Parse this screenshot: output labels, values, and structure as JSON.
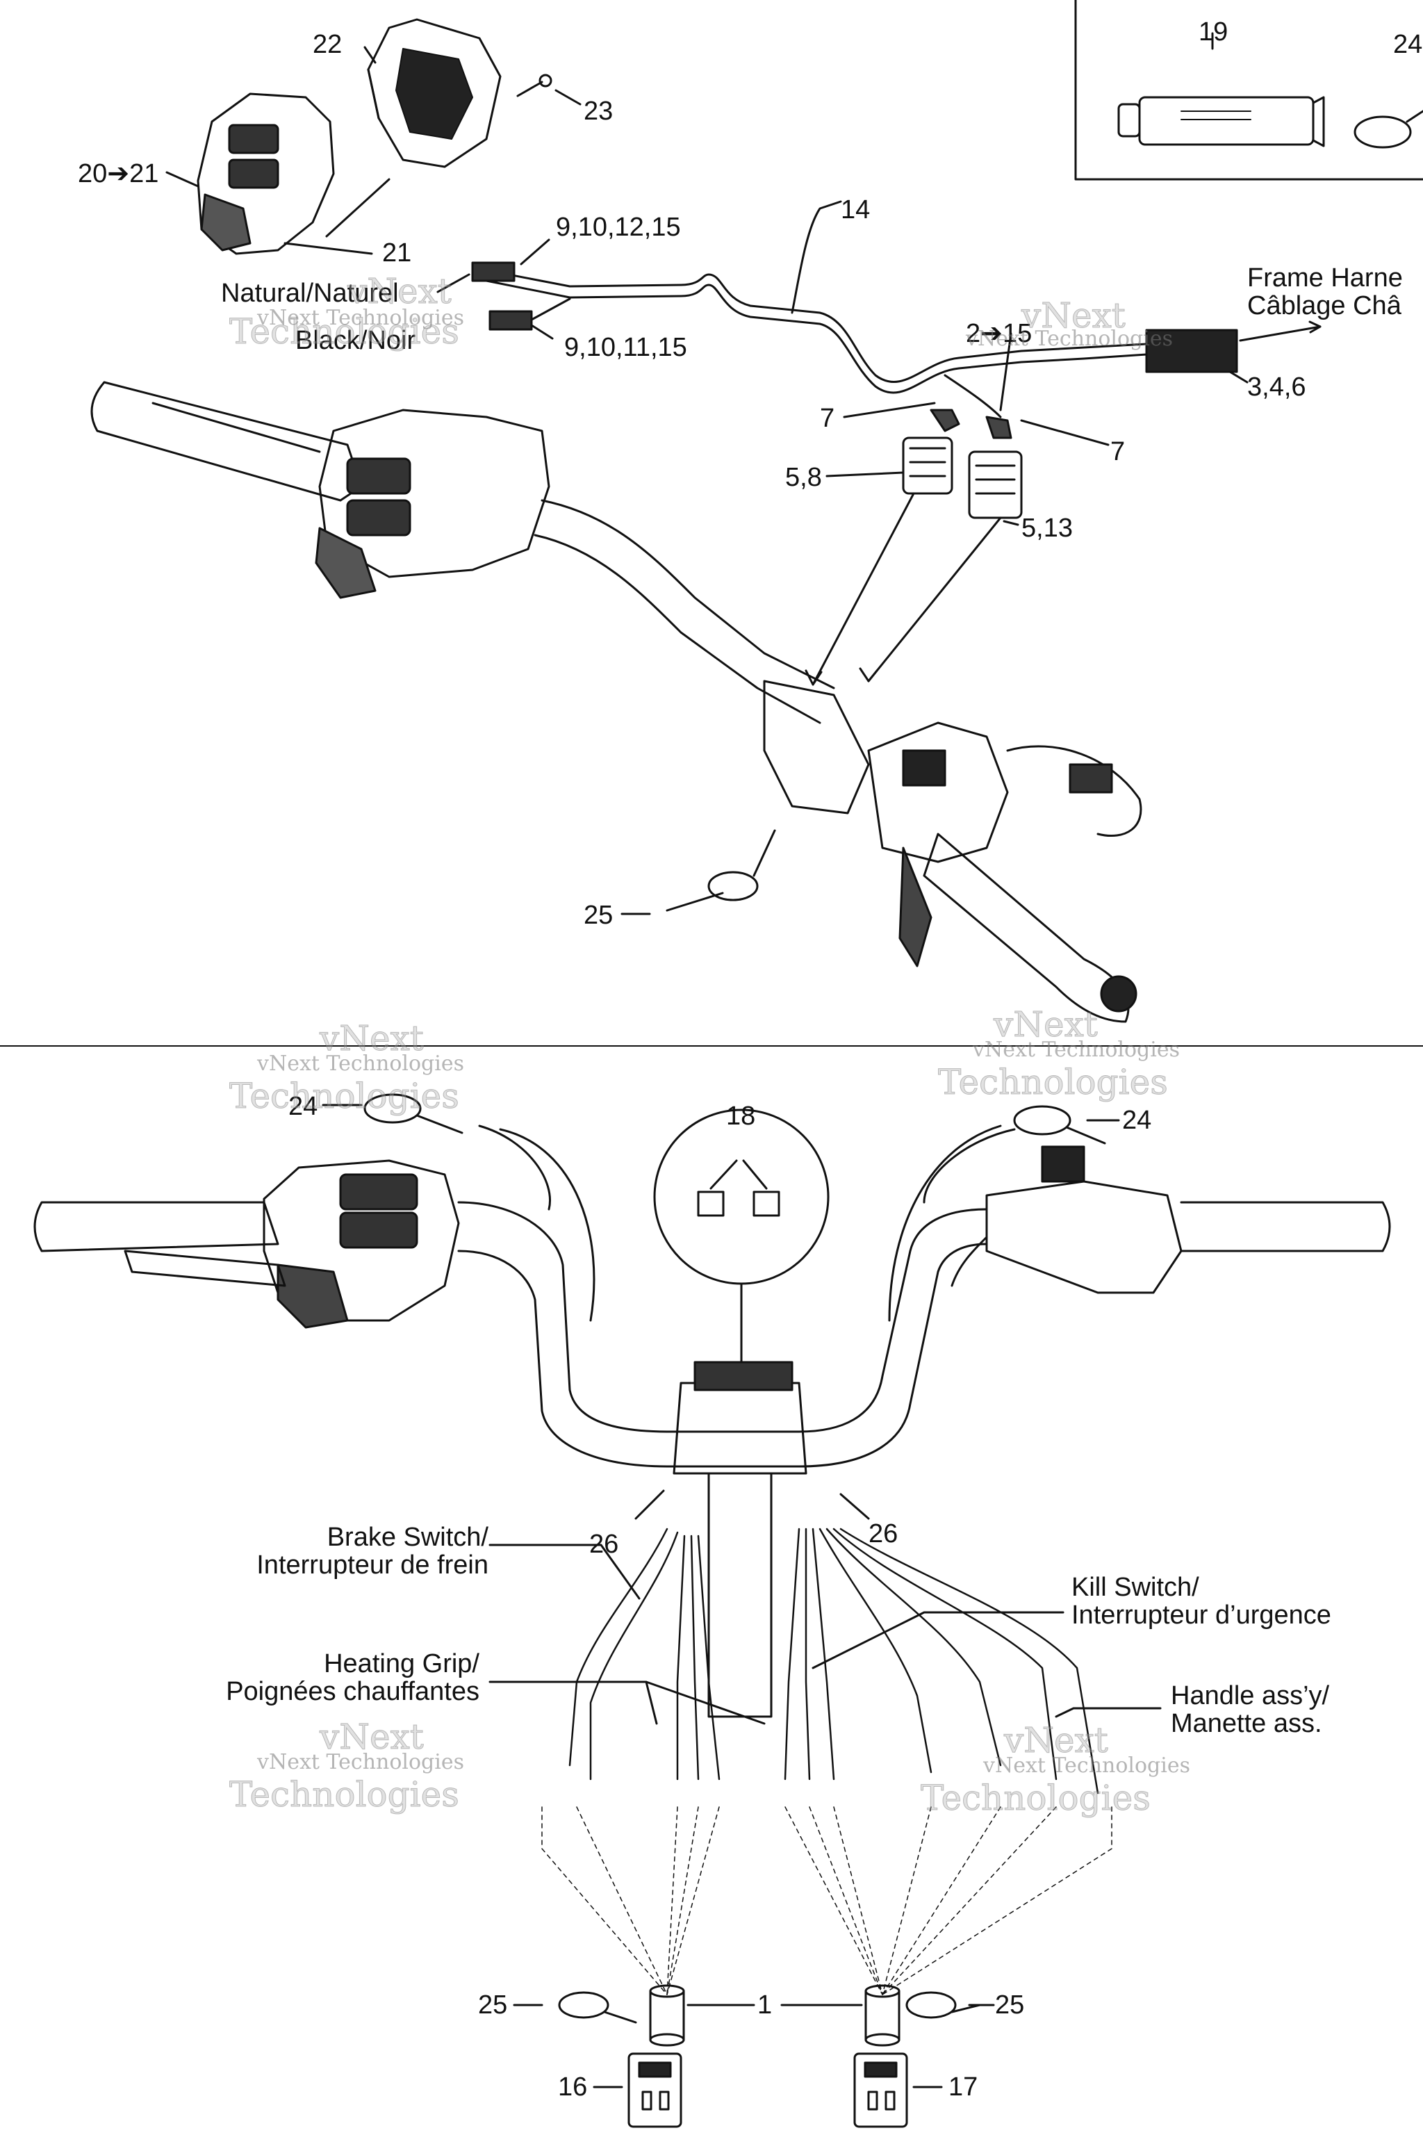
{
  "labels": {
    "n22": "22",
    "n23": "23",
    "n20_21": "20➔21",
    "n21": "21",
    "n9_10_12_15": "9,10,12,15",
    "n9_10_11_15": "9,10,11,15",
    "natural": "Natural/Naturel",
    "black": "Black/Noir",
    "n14": "14",
    "n2_15": "2➔15",
    "n3_4_6": "3,4,6",
    "n7a": "7",
    "n7b": "7",
    "n5_8": "5,8",
    "n5_13": "5,13",
    "n19": "19",
    "n24_top": "24",
    "frame1": "Frame Harne",
    "frame2": "Câblage Châ",
    "n25_mid": "25",
    "n24_left": "24",
    "n24_right": "24",
    "n18": "18",
    "n26_left": "26",
    "n26_right": "26",
    "brake1": "Brake Switch/",
    "brake2": "Interrupteur de frein",
    "kill1": "Kill Switch/",
    "kill2": "Interrupteur d’urgence",
    "heat1": "Heating Grip/",
    "heat2": "Poignées chauffantes",
    "handle1": "Handle ass’y/",
    "handle2": "Manette ass.",
    "n25_bl": "25",
    "n1": "1",
    "n25_br": "25",
    "n16": "16",
    "n17": "17"
  },
  "watermark": {
    "line1": "vNext Technologies",
    "line2": "vNext",
    "line3": "Technologies"
  }
}
